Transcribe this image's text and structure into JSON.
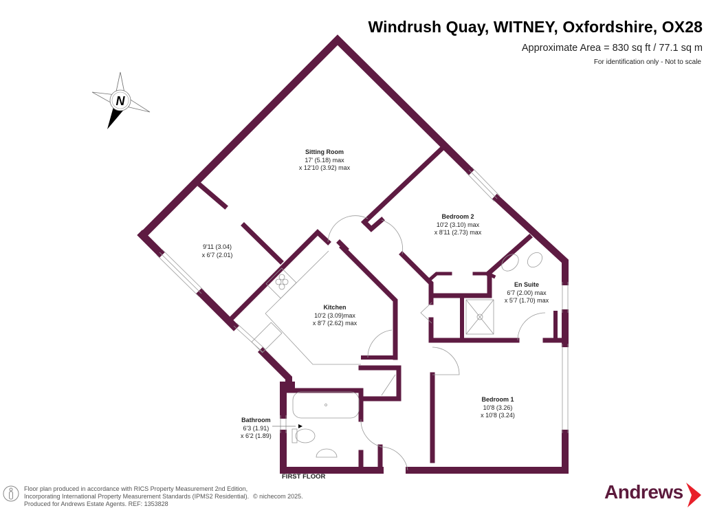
{
  "header": {
    "title": "Windrush Quay, WITNEY, Oxfordshire, OX28",
    "area": "Approximate Area = 830 sq ft / 77.1 sq m",
    "disclaimer": "For identification only - Not to scale"
  },
  "compass": {
    "letter": "N",
    "icon": "north-arrow-icon"
  },
  "rooms": {
    "sitting_room": {
      "name": "Sitting Room",
      "dim1": "17' (5.18) max",
      "dim2": "x 12'10 (3.92) max"
    },
    "dining_area": {
      "dim1": "9'11 (3.04)",
      "dim2": "x 6'7 (2.01)"
    },
    "bedroom2": {
      "name": "Bedroom 2",
      "dim1": "10'2 (3.10) max",
      "dim2": "x 8'11 (2.73) max"
    },
    "en_suite": {
      "name": "En Suite",
      "dim1": "6'7 (2.00) max",
      "dim2": "x 5'7 (1.70) max"
    },
    "kitchen": {
      "name": "Kitchen",
      "dim1": "10'2 (3.09)max",
      "dim2": "x 8'7 (2.62) max"
    },
    "bedroom1": {
      "name": "Bedroom 1",
      "dim1": "10'8 (3.26)",
      "dim2": "x 10'8 (3.24)"
    },
    "bathroom": {
      "name": "Bathroom",
      "dim1": "6'3 (1.91)",
      "dim2": "x 6'2 (1.89)"
    }
  },
  "floor_label": "FIRST FLOOR",
  "footer": {
    "line1": "Floor plan produced in accordance with RICS Property Measurement 2nd Edition,",
    "line2": "Incorporating International Property Measurement Standards (IPMS2 Residential).",
    "copyright": "© nichecom 2025.",
    "line3": "Produced for Andrews Estate Agents.   REF: 1353828"
  },
  "logo": {
    "text": "Andrews",
    "chevron_color": "#e8202a",
    "text_color": "#5c1a3c"
  },
  "colors": {
    "wall": "#5e1b42",
    "fixture": "#9a9a9a"
  }
}
